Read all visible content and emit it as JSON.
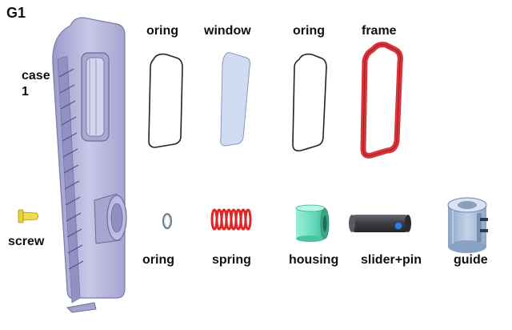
{
  "title": "G1",
  "labels": {
    "oring_top_1": "oring",
    "window": "window",
    "oring_top_2": "oring",
    "frame": "frame",
    "case_line1": "case",
    "case_line2": "1",
    "screw": "screw",
    "oring_bottom": "oring",
    "spring": "spring",
    "housing": "housing",
    "slider_pin": "slider+pin",
    "guide": "guide"
  },
  "colors": {
    "case": "#b6b6dc",
    "case_edge": "#7a7aa8",
    "window": "#cfdcf2",
    "frame": "#d8343a",
    "spring": "#e02626",
    "housing": "#6fe0c4",
    "slider": "#3f3f48",
    "pin": "#2e7fe0",
    "guide": "#a9bfd8",
    "screw": "#e8d23a"
  }
}
